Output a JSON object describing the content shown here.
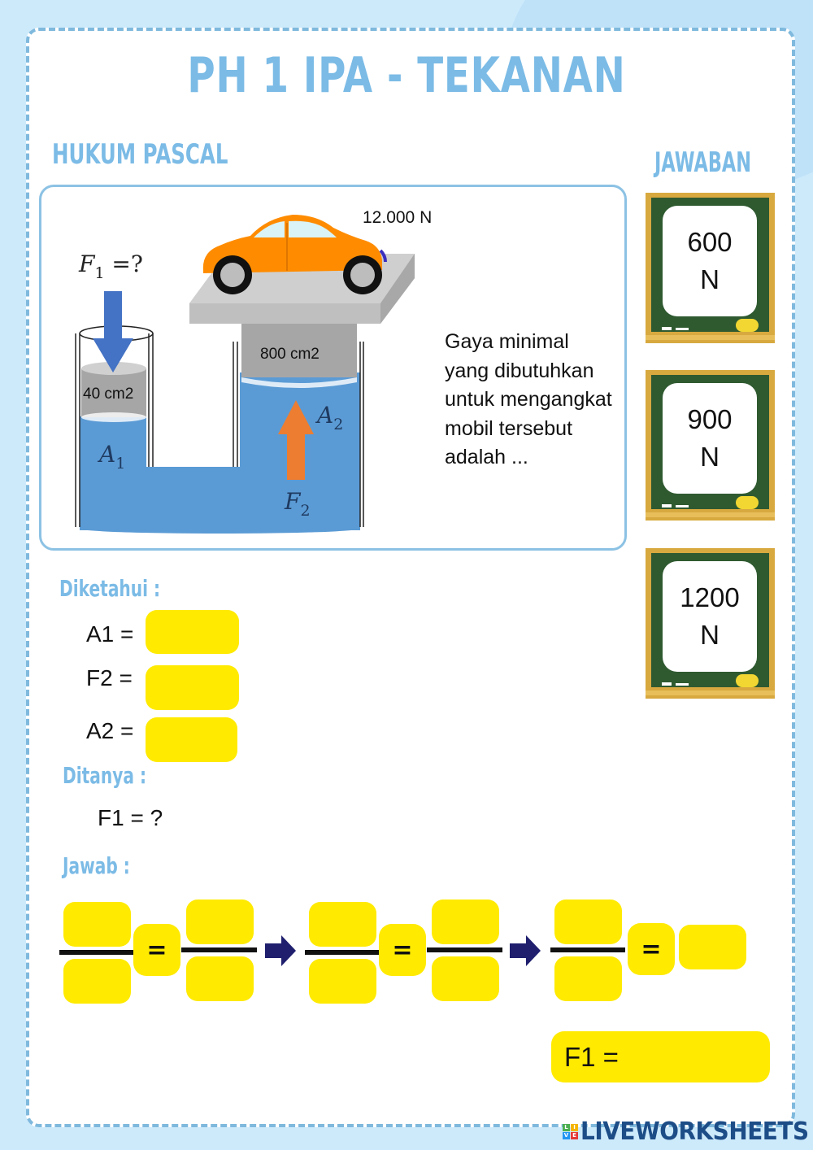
{
  "page": {
    "title": "PH 1 IPA - TEKANAN",
    "section_heading": "HUKUM PASCAL",
    "answers_heading": "JAWABAN"
  },
  "diagram": {
    "weight_label": "12.000 N",
    "f1_label": "F",
    "f1_sub": "1",
    "f1_suffix": " =?",
    "a1_label": "A",
    "a1_sub": "1",
    "a2_label": "A",
    "a2_sub": "2",
    "f2_label": "F",
    "f2_sub": "2",
    "small_piston_area": "40 cm2",
    "large_piston_area": "800 cm2",
    "colors": {
      "fluid": "#5b9bd5",
      "piston": "#a6a6a6",
      "car": "#ff8c00",
      "down_arrow": "#4472c4",
      "up_arrow": "#ed7d31"
    }
  },
  "question_text": "Gaya minimal yang dibutuhkan untuk mengangkat mobil tersebut adalah ...",
  "answer_options": [
    {
      "value": "600",
      "unit": "N"
    },
    {
      "value": "900",
      "unit": "N"
    },
    {
      "value": "1200",
      "unit": "N"
    }
  ],
  "known": {
    "heading": "Diketahui :",
    "fields": [
      {
        "label": "A1 =",
        "value": ""
      },
      {
        "label": "F2 =",
        "value": ""
      },
      {
        "label": "A2 =",
        "value": ""
      }
    ]
  },
  "asked": {
    "heading": "Ditanya :",
    "text": "F1 = ?"
  },
  "solution": {
    "heading": "Jawab :",
    "equals": "=",
    "result_label": "F1 ="
  },
  "brand": {
    "logo_letters": [
      "L",
      "I",
      "V",
      "E"
    ],
    "name": "LIVEWORKSHEETS"
  },
  "colors": {
    "heading_blue": "#7bbbe6",
    "input_yellow": "#ffea00",
    "board_green": "#2f5a30",
    "board_frame": "#d8a93f",
    "arrow_navy": "#1f1f6e"
  }
}
